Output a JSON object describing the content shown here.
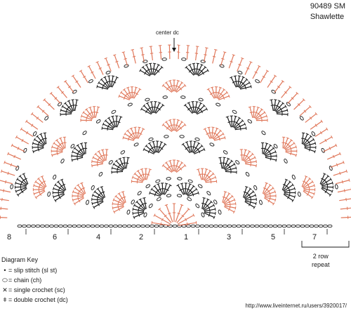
{
  "header": {
    "pattern_number": "90489 SM",
    "pattern_name": "Shawlette"
  },
  "center_label": "center dc",
  "row_numbers": [
    "8",
    "6",
    "4",
    "2",
    "1",
    "3",
    "5",
    "7"
  ],
  "repeat_label": {
    "line1": "2 row",
    "line2": "repeat"
  },
  "key": {
    "title": "Diagram Key",
    "items": [
      {
        "symbol": "•",
        "label": "= slip stitch (sl st)"
      },
      {
        "symbol": "⬭",
        "label": "= chain (ch)"
      },
      {
        "symbol": "✕",
        "label": "= single crochet (sc)"
      },
      {
        "symbol": "ǂ",
        "label": "= double crochet (dc)"
      }
    ]
  },
  "watermark": "http://www.liveinternet.ru/users/3920017/",
  "colors": {
    "black_rows": "#1a1a1a",
    "orange_rows": "#e0775a"
  }
}
